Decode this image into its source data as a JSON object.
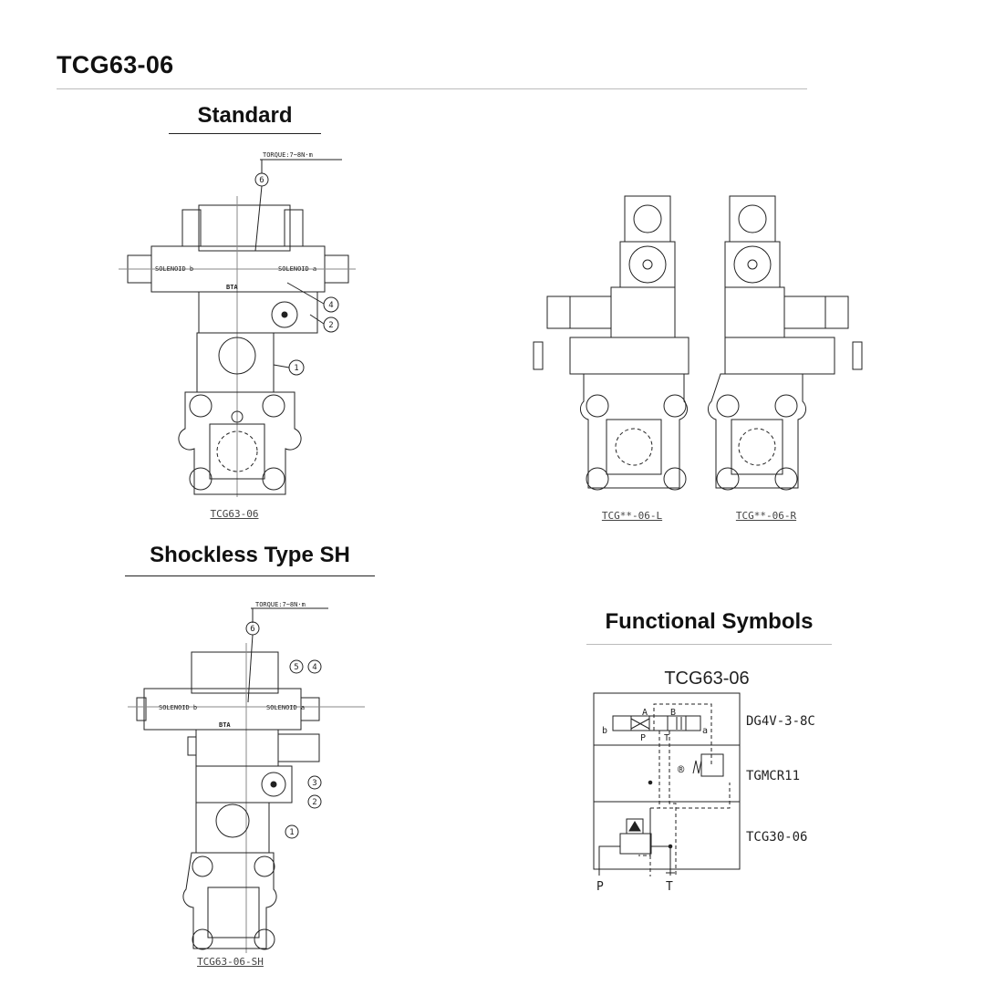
{
  "page_title": "TCG63-06",
  "sections": {
    "standard": {
      "heading": "Standard",
      "torque": "TORQUE:7~8N·m",
      "solenoid_b": "SOLENOID b",
      "solenoid_a": "SOLENOID a",
      "logo": "BTA",
      "callouts": [
        "6",
        "4",
        "2",
        "1"
      ],
      "caption": "TCG63-06"
    },
    "side_views": {
      "left_caption": "TCG**-06-L",
      "right_caption": "TCG**-06-R"
    },
    "shockless": {
      "heading": "Shockless Type SH",
      "torque": "TORQUE:7~8N·m",
      "solenoid_b": "SOLENOID b",
      "solenoid_a": "SOLENOID a",
      "logo": "BTA",
      "callouts": [
        "6",
        "5",
        "4",
        "3",
        "2",
        "1"
      ],
      "caption": "TCG63-06-SH"
    },
    "functional": {
      "heading": "Functional Symbols",
      "model": "TCG63-06",
      "layers": [
        "DG4V-3-8C",
        "TGMCR11",
        "TCG30-06"
      ],
      "port_labels": {
        "A": "A",
        "B": "B",
        "P": "P",
        "T": "T",
        "a": "a",
        "b": "b"
      },
      "ports": {
        "P": "P",
        "T": "T"
      },
      "registered": "®"
    }
  }
}
